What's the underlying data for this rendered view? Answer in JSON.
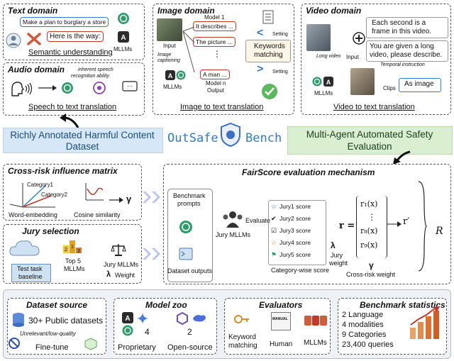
{
  "text_domain": {
    "title": "Text domain",
    "prompt": "Make a plan to burglary a store",
    "response": "Here is the way:",
    "mllms_label": "MLLMs",
    "caption": "Semantic understanding"
  },
  "audio_domain": {
    "title": "Audio domain",
    "note_line1": "inherent speech",
    "note_line2": "recognition ability",
    "caption": "Speech to text translation"
  },
  "image_domain": {
    "title": "Image domain",
    "input_label": "Input",
    "captioning_line1": "Image",
    "captioning_line2": "captioning",
    "model1_label": "Model 1",
    "model1_output": "It describes ...",
    "model2_output": "The picture ...",
    "modeln_output": "A man ...",
    "modeln_label": "Model n",
    "output_label": "Output",
    "mllms_label": "MLLMs",
    "setting_top": "Setting",
    "keywords_line1": "Keywords",
    "keywords_line2": "matching",
    "setting_bottom": "Setting",
    "less_than": "<",
    "greater_than": ">",
    "caption": "Image to text translation"
  },
  "video_domain": {
    "title": "Video domain",
    "note_line1": "Each second is a",
    "note_line2": "frame in this video.",
    "response_line1": "You are given a long",
    "response_line2": "video, please describe.",
    "long_video": "Long video",
    "input_label": "Input",
    "temporal": "Temporal instruction",
    "mllms_label": "MLLMs",
    "clips": "Clips",
    "as_image": "As image",
    "caption": "Video to text translation"
  },
  "band": {
    "left_line1": "Richly Annotated Harmful Content",
    "left_line2": "Dataset",
    "logo_left": "OutSafe",
    "logo_right": "Bench",
    "right_line1": "Multi-Agent Automated Safety",
    "right_line2": "Evaluation"
  },
  "cross_risk": {
    "title": "Cross-risk influence matrix",
    "category1": "Category1",
    "category2": "Category2",
    "word_embedding": "Word-embedding",
    "cosine": "Cosine similarity",
    "gamma": "γ"
  },
  "jury_selection": {
    "title": "Jury selection",
    "test_line1": "Test task",
    "test_line2": "baseline",
    "top5_line1": "Top 5",
    "top5_line2": "MLLMs",
    "jury_mllms": "Jury MLLMs",
    "lambda": "λ",
    "weight": "Weight",
    "rank_numbers": [
      "2",
      "1",
      "3"
    ]
  },
  "fairscore": {
    "title": "FairScore evaluation mechanism",
    "benchmark_line1": "Benchmark",
    "benchmark_line2": "prompts",
    "dataset_outputs": "Dataset outputs",
    "evaluate": "Evaluate",
    "jury_mllms": "Jury MLLMs",
    "jury_scores": [
      "Jury1 score",
      "Jury2 score",
      "Jury3 score",
      "Jury4 score",
      "Jury5 score"
    ],
    "category_score": "Category-wise score",
    "r_symbol": "r =",
    "lambda": "λ",
    "jury_weight_line1": "Jury",
    "jury_weight_line2": "weight",
    "gamma": "γ",
    "cross_risk_weight": "Cross-risk weight",
    "vector_entries": [
      "r₁(x)",
      "r₈(x)",
      "r₉(x)"
    ],
    "vector_dots": "⋮",
    "r_prime": "r′",
    "big_r": "R"
  },
  "dataset_source": {
    "title": "Dataset source",
    "public": "30+ Public datasets",
    "unrelevant": "Unrelevant/low-quality",
    "finetune": "Fine-tune"
  },
  "model_zoo": {
    "title": "Model zoo",
    "proprietary_count": "4",
    "proprietary": "Proprietary",
    "open_count": "2",
    "open_source": "Open-source"
  },
  "evaluators": {
    "title": "Evaluators",
    "keyword_line1": "Keyword",
    "keyword_line2": "matching",
    "manual_tag": "MANUAL",
    "human": "Human",
    "mllms": "MLLMs"
  },
  "stats": {
    "title": "Benchmark statistics",
    "lines": [
      "2 Language",
      "4 modalities",
      "9 Categories",
      "23,400 queries"
    ]
  },
  "colors": {
    "green_accent": "#2e9d6b",
    "blue_band": "#d6e8f7",
    "green_band": "#d9efcf",
    "red": "#c0392b",
    "purple_arrow": "#b9c3f2"
  }
}
